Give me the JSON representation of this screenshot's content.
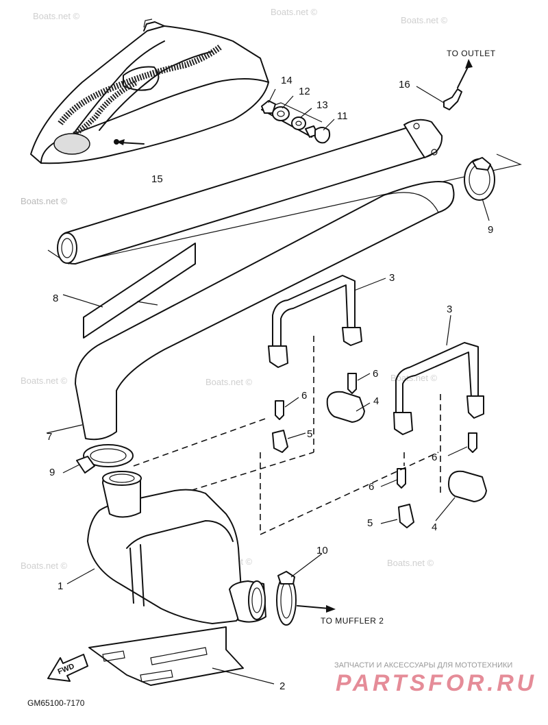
{
  "callouts": {
    "c1": "1",
    "c2": "2",
    "c3a": "3",
    "c3b": "3",
    "c4a": "4",
    "c4b": "4",
    "c5a": "5",
    "c5b": "5",
    "c6a": "6",
    "c6b": "6",
    "c6c": "6",
    "c6d": "6",
    "c7": "7",
    "c8": "8",
    "c9a": "9",
    "c9b": "9",
    "c10": "10",
    "c11": "11",
    "c12": "12",
    "c13": "13",
    "c14": "14",
    "c15": "15",
    "c16": "16"
  },
  "notes": {
    "to_outlet": "TO OUTLET",
    "to_muffler": "TO MUFFLER 2",
    "fwd": "FWD"
  },
  "diagram_code": "GM65100-7170",
  "watermark": "Boats.net ©",
  "shop": {
    "tagline": "ЗАПЧАСТИ И АКСЕССУАРЫ ДЛЯ МОТОТЕХНИКИ",
    "logo": "PARTSFOR.RU"
  }
}
